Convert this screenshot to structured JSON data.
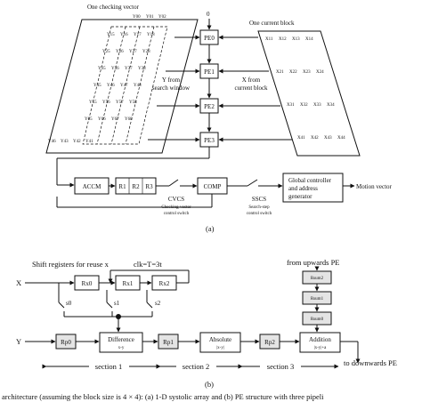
{
  "part_a": {
    "label_checking_vector": "One checking vector",
    "label_current_block": "One current block",
    "input_zero": "0",
    "y_top": [
      "Y00",
      "Y01",
      "Y02"
    ],
    "y_grid": [
      [
        "Y15",
        "Y16",
        "Y17",
        "Y18"
      ],
      [
        "Y25",
        "Y26",
        "Y27",
        "Y28"
      ],
      [
        "Y35",
        "Y36",
        "Y37",
        "Y38"
      ],
      [
        "Y45",
        "Y46",
        "Y47",
        "Y48"
      ],
      [
        "Y55",
        "Y56",
        "Y57",
        "Y58"
      ],
      [
        "Y65",
        "Y66",
        "Y67",
        "Y68"
      ]
    ],
    "y_bottom": [
      "Y46",
      "Y43",
      "Y42",
      "Y41"
    ],
    "x_grid": [
      [
        "X11",
        "X12",
        "X13",
        "X14"
      ],
      [
        "X21",
        "X22",
        "X23",
        "X24"
      ],
      [
        "X31",
        "X32",
        "X33",
        "X34"
      ],
      [
        "X41",
        "X42",
        "X43",
        "X44"
      ]
    ],
    "pe": [
      "PE0",
      "PE1",
      "PE2",
      "PE3"
    ],
    "y_from": "Y from",
    "search_window": "search window",
    "x_from": "X from",
    "current_block": "current block",
    "accm": "ACCM",
    "regs": [
      "R1",
      "R2",
      "R3"
    ],
    "comp": "COMP",
    "cvcs": "CVCS",
    "cvcs_desc1": "Checking-vector",
    "cvcs_desc2": "control switch",
    "sscs": "SSCS",
    "sscs_desc1": "Search-step",
    "sscs_desc2": "control switch",
    "global1": "Global controller",
    "global2": "and address",
    "global3": "generator",
    "motion_vector": "Motion vector",
    "caption": "(a)"
  },
  "part_b": {
    "shift_label": "Shift registers for reuse x",
    "clk_label": "clk=T=3t",
    "upwards": "from upwards PE",
    "x_input": "X",
    "y_input": "Y",
    "rx": [
      "Rx0",
      "Rx1",
      "Rx2"
    ],
    "switches": [
      "s0",
      "s1",
      "s2"
    ],
    "rp0": "Rp0",
    "difference1": "Difference",
    "difference2": "x-y",
    "rp1": "Rp1",
    "absolute1": "Absolute",
    "absolute2": "|x-y|",
    "rp2": "Rp2",
    "addition1": "Addition",
    "addition2": "|x-y|+a",
    "rsum": [
      "Rsum2",
      "Rsum1",
      "Rsum0"
    ],
    "sections": [
      "section 1",
      "section 2",
      "section 3"
    ],
    "downwards": "to downwards PE",
    "caption": "(b)"
  },
  "figure_caption": "architecture (assuming the block size is 4 × 4): (a) 1-D systolic array and (b) PE structure with three pipeli"
}
